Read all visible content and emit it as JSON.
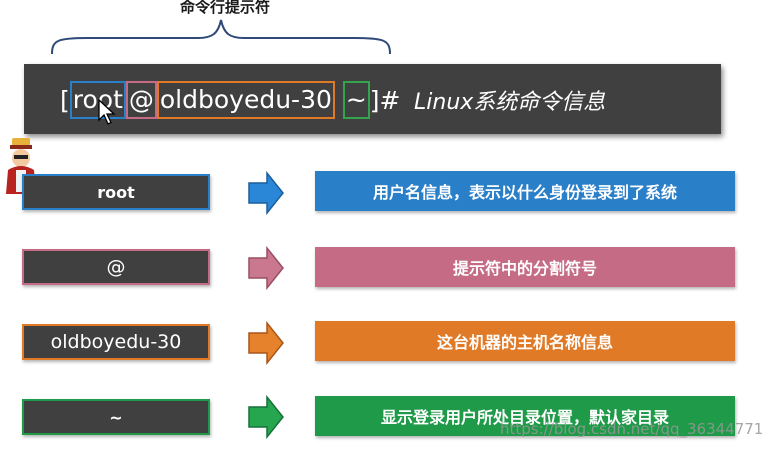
{
  "heading": "命令行提示符",
  "prompt": {
    "open_bracket": "[",
    "user": "root",
    "at": "@",
    "host": "oldboyedu-30",
    "space": " ",
    "dir": "~",
    "close": "]#"
  },
  "caption": "Linux系统命令信息",
  "rows": [
    {
      "label": "root",
      "desc": "用户名信息，表示以什么身份登录到了系统",
      "color": "#2a7fc9"
    },
    {
      "label": "@",
      "desc": "提示符中的分割符号",
      "color": "#c56b86"
    },
    {
      "label": "oldboyedu-30",
      "desc": "这台机器的主机名称信息",
      "color": "#e07a26"
    },
    {
      "label": "~",
      "desc": "显示登录用户所处目录位置，默认家目录",
      "color": "#1e9a48"
    }
  ],
  "watermark": "https://blog.csdn.net/qq_36344771"
}
